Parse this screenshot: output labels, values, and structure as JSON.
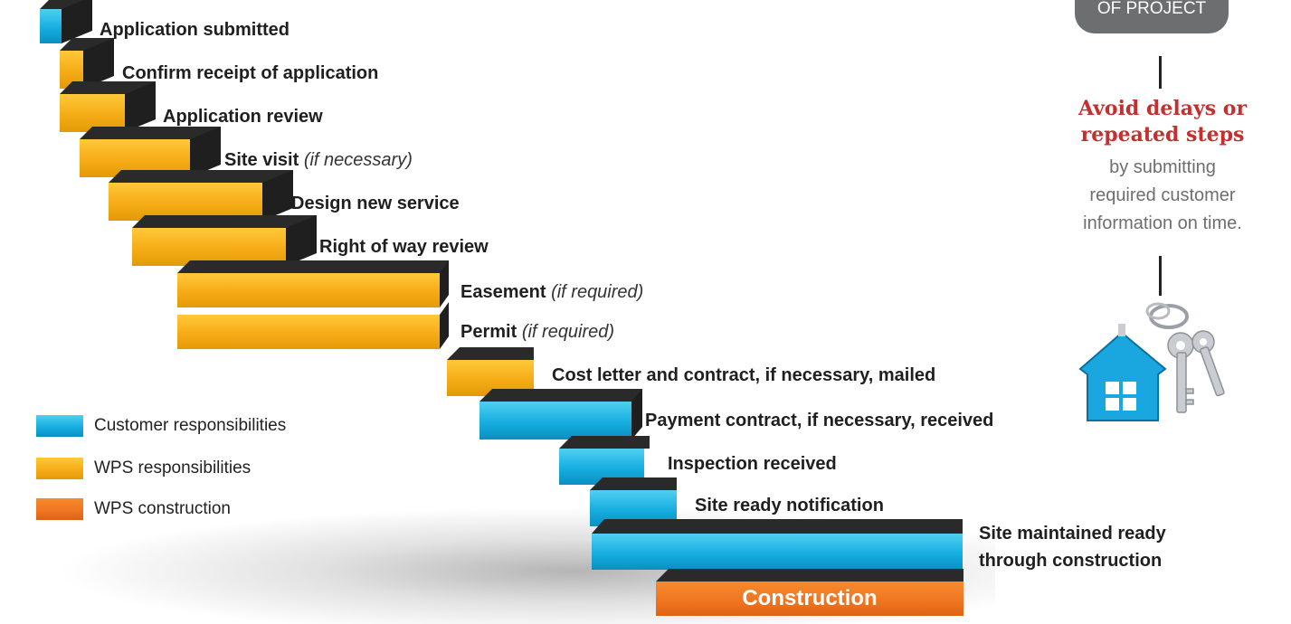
{
  "steps": [
    {
      "text": "Application submitted",
      "note": "",
      "color": "blue"
    },
    {
      "text": "Confirm receipt of application",
      "note": "",
      "color": "yellow"
    },
    {
      "text": "Application review",
      "note": "",
      "color": "yellow"
    },
    {
      "text": "Site visit",
      "note": "(if necessary)",
      "color": "yellow"
    },
    {
      "text": "Design new service",
      "note": "",
      "color": "yellow"
    },
    {
      "text": "Right of way review",
      "note": "",
      "color": "yellow"
    },
    {
      "text": "Easement",
      "note": "(if required)",
      "color": "yellow"
    },
    {
      "text": "Permit",
      "note": "(if required)",
      "color": "yellow"
    },
    {
      "text": "Cost letter and contract, if necessary, mailed",
      "note": "",
      "color": "yellow"
    },
    {
      "text": "Payment contract, if necessary, received",
      "note": "",
      "color": "blue"
    },
    {
      "text": "Inspection received",
      "note": "",
      "color": "blue"
    },
    {
      "text": "Site ready notification",
      "note": "",
      "color": "blue"
    },
    {
      "text": "Site maintained ready",
      "text2": "through construction",
      "note": "",
      "color": "blue"
    },
    {
      "text": "Construction",
      "note": "",
      "color": "orange"
    }
  ],
  "legend": [
    {
      "label": "Customer responsibilities",
      "color": "#18aee0"
    },
    {
      "label": "WPS responsibilities",
      "color": "#f5ac16"
    },
    {
      "label": "WPS construction",
      "color": "#ef7420"
    }
  ],
  "sidebar": {
    "pill_text": "OF PROJECT",
    "avoid_line1": "Avoid delays or",
    "avoid_line2": "repeated steps",
    "body_line1": "by submitting",
    "body_line2": "required customer",
    "body_line3": "information on time."
  },
  "colors": {
    "blue": "#18aee0",
    "yellow": "#f5ac16",
    "orange": "#ef7420",
    "accent_red": "#c62f2f"
  },
  "icons": [
    "house-keys-icon"
  ]
}
